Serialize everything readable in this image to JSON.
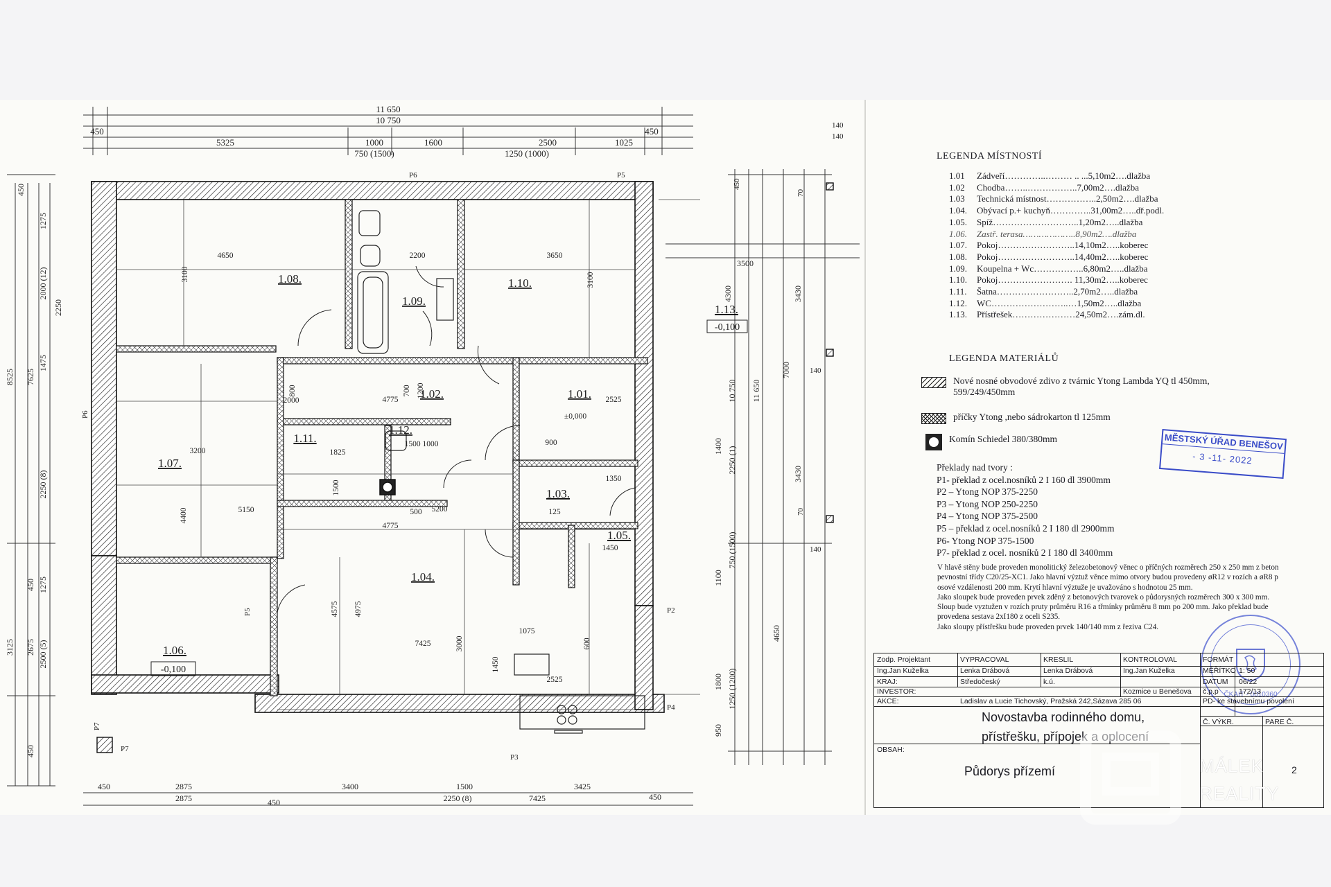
{
  "plan": {
    "dims_top": [
      "11 650",
      "10 750",
      "450",
      "5325",
      "1000",
      "1600",
      "2500",
      "1025",
      "450",
      "750 (1500)",
      "1250 (1000)"
    ],
    "dims_left": [
      "450",
      "1275",
      "2000 (12)",
      "2250",
      "1475",
      "7625",
      "8525",
      "2250 (8)",
      "1275",
      "450",
      "2675",
      "2500 (5)",
      "3125",
      "450"
    ],
    "dims_right": [
      "4300",
      "3430",
      "3500",
      "7000",
      "10 750",
      "11 650",
      "1400",
      "2250 (1)",
      "4650",
      "3430",
      "1800",
      "1250 (1200)",
      "950",
      "1100",
      "750 (1500)"
    ],
    "dims_bottom": [
      "450",
      "2875",
      "3400",
      "3425",
      "450",
      "1500",
      "2250 (8)",
      "7425",
      "2875",
      "450"
    ],
    "inner_dims": [
      "4650",
      "3100",
      "2200",
      "3650",
      "3100",
      "4775",
      "2525",
      "3200",
      "4400",
      "5150",
      "1825",
      "1500 1000",
      "5200",
      "4775",
      "7425",
      "4575",
      "4975",
      "3000",
      "600",
      "1450",
      "1075",
      "2525",
      "1350",
      "1450",
      "125",
      "500",
      "800",
      "2000",
      "700",
      "1200",
      "900",
      "1500",
      "±0,000"
    ],
    "rooms": [
      {
        "id": "1.08."
      },
      {
        "id": "1.09."
      },
      {
        "id": "1.10."
      },
      {
        "id": "1.13."
      },
      {
        "id": "1.02."
      },
      {
        "id": "1.01."
      },
      {
        "id": "1.11."
      },
      {
        "id": "1.12."
      },
      {
        "id": "1.07."
      },
      {
        "id": "1.03."
      },
      {
        "id": "1.05."
      },
      {
        "id": "1.04."
      },
      {
        "id": "1.06."
      }
    ],
    "level_1_13": "-0,100",
    "level_1_06": "-0,100",
    "labels": [
      "P6",
      "P5",
      "P6",
      "P5",
      "P4",
      "P3",
      "P7",
      "P2",
      "P7",
      "140",
      "140",
      "140",
      "140",
      "70",
      "70",
      "450"
    ]
  },
  "legend_rooms": {
    "title": "LEGENDA MÍSTNOSTÍ",
    "items": [
      {
        "no": "1.01",
        "text": "Zádveří…………..……… .. ...5,10m2….dlažba"
      },
      {
        "no": "1.02",
        "text": "Chodba……..……………..7,00m2….dlažba"
      },
      {
        "no": "1.03",
        "text": "Technická místnost……………..2,50m2….dlažba"
      },
      {
        "no": "1.04.",
        "text": "Obývací p.+ kuchyň…………..31,00m2…..dř.podl."
      },
      {
        "no": "1.05.",
        "text": "Spíž………………………..1,20m2…..dlažba"
      },
      {
        "no": "1.06.",
        "text": "Zastř. terasa………………..8,90m2….dlažba",
        "italic": true
      },
      {
        "no": "1.07.",
        "text": "Pokoj……………………..14,10m2…..koberec"
      },
      {
        "no": "1.08.",
        "text": "Pokoj……………………..14,40m2…..koberec"
      },
      {
        "no": "1.09.",
        "text": "Koupelna + Wc……………..6,80m2…..dlažba"
      },
      {
        "no": "1.10.",
        "text": "Pokoj……………………. 11,30m2…..koberec"
      },
      {
        "no": "1.11.",
        "text": "Šatna……………………..2,70m2…..dlažba"
      },
      {
        "no": "1.12.",
        "text": "WC……………………..…1,50m2…..dlažba"
      },
      {
        "no": "1.13.",
        "text": "Přístřešek…………………24,50m2….zám.dl."
      }
    ]
  },
  "legend_materials": {
    "title": "LEGENDA MATERIÁLŮ",
    "wall": "Nové nosné obvodové zdivo z tvárnic Ytong Lambda YQ tl 450mm, 599/249/450mm",
    "partition": "příčky Ytong ,nebo sádrokarton tl 125mm",
    "chimney": "Komín Schiedel 380/380mm"
  },
  "lintels": {
    "title": "Překlady nad tvory :",
    "items": [
      "P1- překlad z ocel.nosníků 2 I 160 dl 3900mm",
      "P2 – Ytong NOP 375-2250",
      "P3 – Ytong NOP 250-2250",
      "P4 – Ytong NOP 375-2500",
      "P5 – překlad z ocel.nosníků 2 I 180 dl 2900mm",
      "P6- Ytong NOP 375-1500",
      "P7- překlad z ocel. nosníků 2 I 180 dl 3400mm"
    ]
  },
  "notes": [
    "V hlavě stěny bude proveden monolitický železobetonový věnec o příčných rozměrech 250 x 250 mm z beton",
    "pevnostní třídy C20/25-XC1. Jako hlavní výztuž věnce mimo otvory budou provedeny øR12 v rozích a øR8 p",
    "osové vzdálenosti 200 mm. Krytí hlavní výztuže je uvažováno s hodnotou 25 mm.",
    "Jako sloupek bude proveden prvek zděný z betonových tvarovek o půdorysných rozměrech 300 x 300 mm.",
    "Sloup bude vyztužen v rozích pruty průměru R16 a třmínky průměru 8 mm po 200 mm. Jako překlad bude",
    "provedena sestava 2xI180 z oceli S235.",
    "Jako sloupy přístřešku bude proveden prvek 140/140 mm z řeziva C24."
  ],
  "stamp": {
    "office": "MĚSTSKÝ ÚŘAD BENEŠOV",
    "date": "- 3 -11- 2022"
  },
  "seal": {
    "id": "ČKAIT - 0010360"
  },
  "title_block": {
    "zodp_label": "Zodp. Projektant",
    "zodp": "Ing.Jan Kuželka",
    "vypracoval_label": "VYPRACOVAL",
    "vypracoval": "Lenka Drábová",
    "kreslil_label": "KRESLIL",
    "kreslil": "Lenka Drábová",
    "kontroloval_label": "KONTROLOVAL",
    "kontroloval": "Ing.Jan Kuželka",
    "kraj_label": "KRAJ:",
    "kraj": "Středočeský",
    "ku_label": "k.ú.",
    "ku": "Kozmice u Benešova",
    "investor_label": "INVESTOR:",
    "investor": "Ladislav a Lucie Tichovský, Pražská 242,Sázava 285 06",
    "akce_label": "AKCE:",
    "akce_1": "Novostavba rodinného domu,",
    "akce_2": "přístřešku, přípojek a oplocení",
    "obsah_label": "OBSAH:",
    "obsah": "Půdorys přízemí",
    "format_label": "FORMÁT",
    "meritko_label": "MĚŘÍTKO",
    "meritko": "1: 50",
    "datum_label": "DATUM",
    "datum": "06/22",
    "cpp_label": "č.p.p",
    "cpp": "172/13",
    "pd": "PD- ke stavebnímu povolení",
    "cvykr_label": "Č. VÝKR.",
    "parec_label": "PARE Č.",
    "parec": "2"
  },
  "watermark": {
    "line1": "MÁLEK",
    "line2": "REALITY"
  }
}
